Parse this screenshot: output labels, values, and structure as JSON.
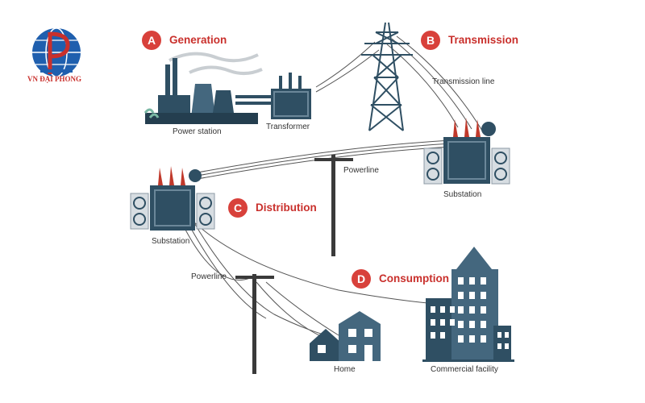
{
  "brand": {
    "name": "VN ĐẠI PHONG"
  },
  "stages": [
    {
      "letter": "A",
      "title": "Generation"
    },
    {
      "letter": "B",
      "title": "Transmission"
    },
    {
      "letter": "C",
      "title": "Distribution"
    },
    {
      "letter": "D",
      "title": "Consumption"
    }
  ],
  "labels": {
    "power_station": "Power station",
    "transformer": "Transformer",
    "transmission_line": "Transmission line",
    "substation_right": "Substation",
    "powerline_upper": "Powerline",
    "substation_left": "Substation",
    "powerline_lower": "Powerline",
    "home": "Home",
    "commercial": "Commercial facility"
  },
  "colors": {
    "accent": "#d8413b",
    "structure": "#2f4f63",
    "line": "#555555",
    "logo_blue": "#1f5fae"
  }
}
